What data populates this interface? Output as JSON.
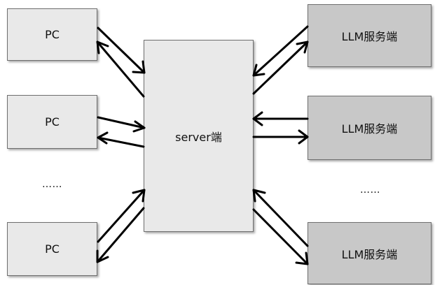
{
  "clients": [
    {
      "label": "PC"
    },
    {
      "label": "PC"
    },
    {
      "label": "PC"
    }
  ],
  "client_ellipsis": "……",
  "server": {
    "label": "server端"
  },
  "llm_services": [
    {
      "label": "LLM服务端"
    },
    {
      "label": "LLM服务端"
    },
    {
      "label": "LLM服务端"
    }
  ],
  "llm_ellipsis": "……",
  "colors": {
    "client_fill": "#e9e9e9",
    "server_fill": "#e9e9e9",
    "llm_fill": "#c8c8c8",
    "arrow": "#000000"
  }
}
